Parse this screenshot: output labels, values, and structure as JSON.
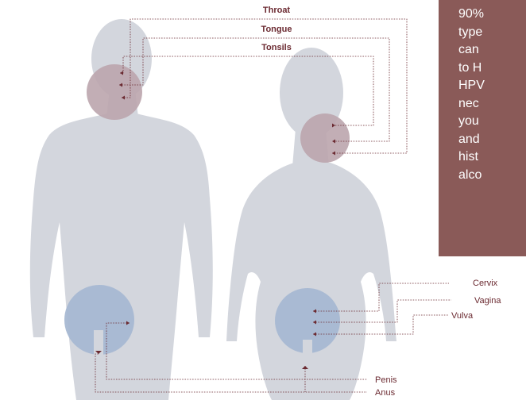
{
  "labels": {
    "throat": "Throat",
    "tongue": "Tongue",
    "tonsils": "Tonsils",
    "cervix": "Cervix",
    "vagina": "Vagina",
    "vulva": "Vulva",
    "penis": "Penis",
    "anus": "Anus"
  },
  "info_box": {
    "text": "90%\ntype\ncan\nto H\nHPV\nnec\nyou\nand\nhist\nalco"
  },
  "colors": {
    "figure": "#d3d6dd",
    "head_highlight": "#bba5ad",
    "pelvis_highlight": "#a7b8d2",
    "label_text": "#6b2a31",
    "info_box_bg": "#8a5a58"
  }
}
